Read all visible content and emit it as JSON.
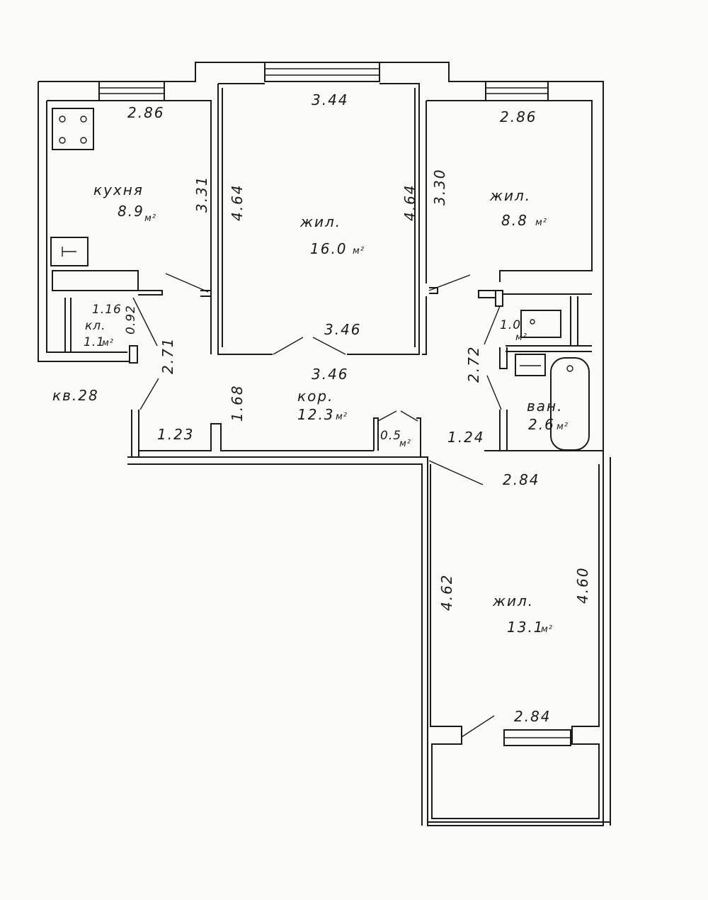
{
  "apartment": "кв.28",
  "rooms": {
    "kitchen": {
      "name": "кухня",
      "area": "8.9",
      "unit": "м²",
      "width": "2.86",
      "depth": "3.31"
    },
    "living_center": {
      "name": "жил.",
      "area": "16.0",
      "unit": "м²",
      "width_top": "3.44",
      "width_bottom": "3.46",
      "depth_left": "4.64",
      "depth_right": "4.64"
    },
    "living_right": {
      "name": "жил.",
      "area": "8.8",
      "unit": "м²",
      "width": "2.86",
      "depth": "3.30"
    },
    "living_bottom": {
      "name": "жил.",
      "area": "13.1",
      "unit": "м²",
      "width_top": "2.84",
      "width_bottom": "2.84",
      "depth_left": "4.62",
      "depth_right": "4.60"
    },
    "pantry": {
      "name": "кл.",
      "area": "1.1",
      "unit": "м²",
      "width": "1.16",
      "depth": "0.92"
    },
    "corridor": {
      "name": "кор.",
      "area": "12.3",
      "unit": "м²",
      "width": "3.46",
      "depth": "1.68",
      "left_height": "2.71",
      "right_height": "2.72",
      "left_width": "1.23",
      "right_width": "1.24"
    },
    "closet": {
      "area": "0.5",
      "unit": "м²"
    },
    "toilet": {
      "area": "1.0",
      "unit": "м²"
    },
    "bathroom": {
      "name": "ван.",
      "area": "2.6",
      "unit": "м²"
    }
  }
}
